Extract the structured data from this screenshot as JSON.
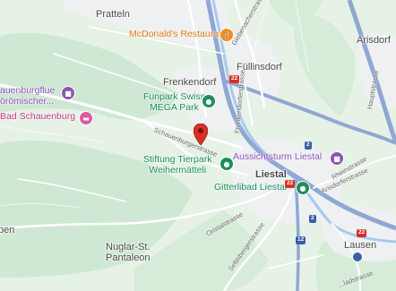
{
  "places": {
    "pratteln": "Pratteln",
    "arisdorf": "Arisdorf",
    "frenkendorf": "Frenkendorf",
    "fullinsdorf": "Füllinsdorf",
    "liestal": "Liestal",
    "lausen": "Lausen",
    "nuglar": "Nuglar-St.\nPantaleon",
    "left_edge": "pen"
  },
  "pois": {
    "mcdonalds": "McDonald's Restaurant",
    "funpark": "Funpark Swiss\nMEGA Park",
    "schauenburgflue": "auenburgflue\nörömischer...",
    "bad_schauenburg": "Bad Schauenburg",
    "tierpark": "Stiftung Tierpark\nWeihermätteli",
    "aussichtsturm": "Aussichtsturm Liestal",
    "gitterlibad": "Gitterlibad Liestal"
  },
  "streets": {
    "giebenacherstrasse": "Giebenacherstrasse",
    "frenkendorferstrasse": "Frenkendorferstrasse",
    "hauptstrasse": "Hauptstrasse",
    "schauenburgerstrasse": "Schauenburgerstrasse",
    "arisdorferstrasse": "Arisdorferstrasse",
    "rheinstrasse": "Rheinstrasse",
    "oristalstrasse": "Oristalstrasse",
    "seltisbergerstrasse": "Seltisbergerstrasse",
    "ladstrasse": "...ladstrasse"
  },
  "road_shields": {
    "a22_north": "22",
    "a22_south": "22",
    "r2_a": "2",
    "r2_b": "2",
    "r12": "12",
    "a22_east": "22"
  },
  "icons": {
    "restaurant": "fork-knife-icon",
    "park": "park-icon",
    "hotel": "bed-icon",
    "landmark": "camera-icon",
    "station": "train-station-icon",
    "selected": "map-pin-icon"
  },
  "colors": {
    "forest": "#cfe8d4",
    "open_land": "#e9f4ea",
    "urban": "#eef0f2",
    "motorway": "#8fa7d3",
    "road": "#ffffff",
    "river": "#a8c9f0",
    "selected_pin": "#d93025"
  }
}
